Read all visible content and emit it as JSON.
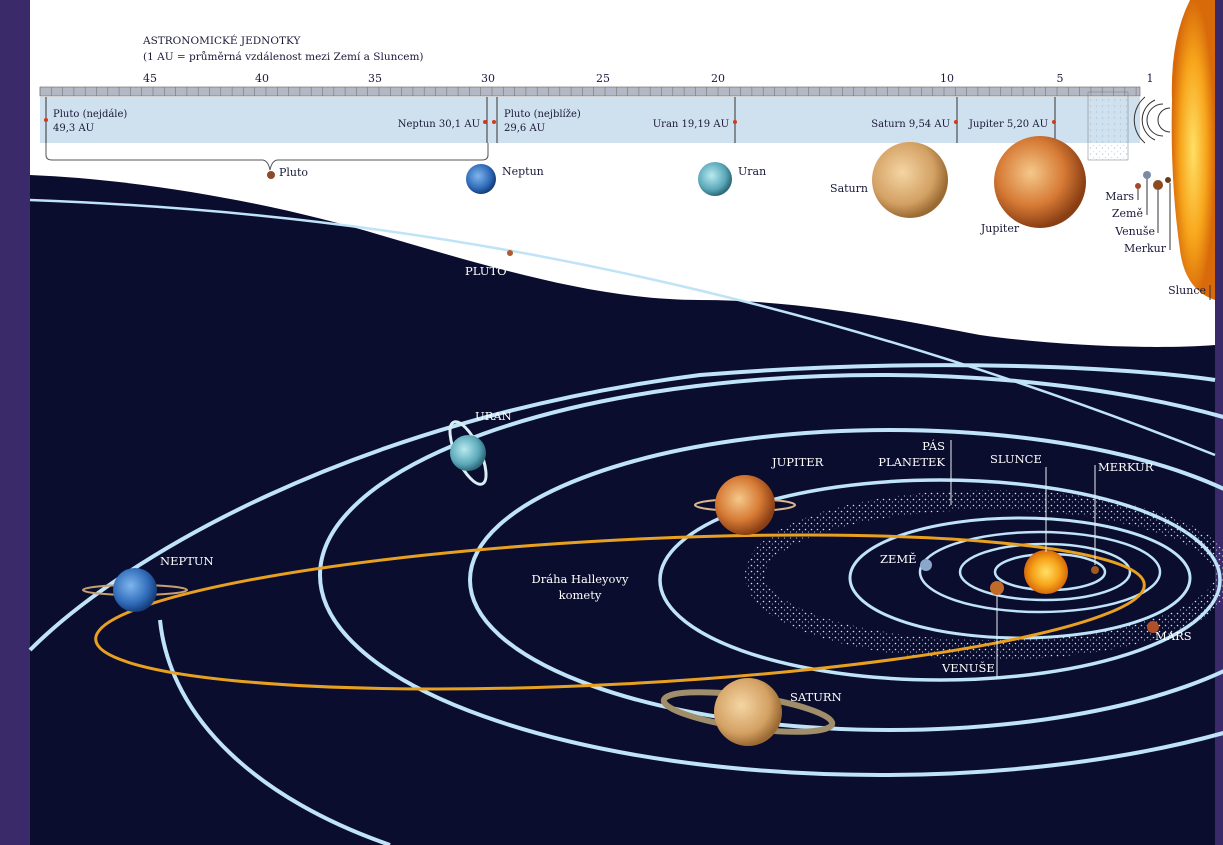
{
  "header": {
    "title": "ASTRONOMICKÉ JEDNOTKY",
    "subtitle": "(1 AU = průměrná vzdálenost mezi Zemí a Sluncem)"
  },
  "scale": {
    "ticks": [
      "45",
      "40",
      "35",
      "30",
      "25",
      "20",
      "10",
      "5",
      "1"
    ],
    "markers": [
      {
        "id": "pluto-far",
        "line1": "Pluto (nejdále)",
        "line2": "49,3 AU"
      },
      {
        "id": "neptun",
        "line1": "Neptun 30,1 AU"
      },
      {
        "id": "pluto-near",
        "line1": "Pluto (nejblíže)",
        "line2": "29,6 AU"
      },
      {
        "id": "uran",
        "line1": "Uran 19,19 AU"
      },
      {
        "id": "saturn",
        "line1": "Saturn 9,54 AU"
      },
      {
        "id": "jupiter",
        "line1": "Jupiter 5,20 AU"
      }
    ]
  },
  "size_row": {
    "pluto": "Pluto",
    "neptun": "Neptun",
    "uran": "Uran",
    "saturn": "Saturn",
    "jupiter": "Jupiter",
    "mars": "Mars",
    "zeme": "Země",
    "venuse": "Venuše",
    "merkur": "Merkur",
    "slunce": "Slunce"
  },
  "orbit_labels": {
    "pluto": "PLUTO",
    "uran": "URAN",
    "neptun": "NEPTUN",
    "jupiter": "JUPITER",
    "saturn": "SATURN",
    "pas_line1": "PÁS",
    "pas_line2": "PLANETEK",
    "slunce": "SLUNCE",
    "merkur": "MERKUR",
    "zeme": "ZEMĚ",
    "mars": "MARS",
    "venuse": "VENUŠE",
    "halley_line1": "Dráha Halleyovy",
    "halley_line2": "komety"
  },
  "colors": {
    "background": "#3a2a6a",
    "space": "#0b0d2e",
    "scale_band": "#cfe0ee",
    "orbit": "#bfe3f7",
    "halley": "#e8a020",
    "text_dark": "#1a1a3a",
    "sun": "#f6a214"
  }
}
